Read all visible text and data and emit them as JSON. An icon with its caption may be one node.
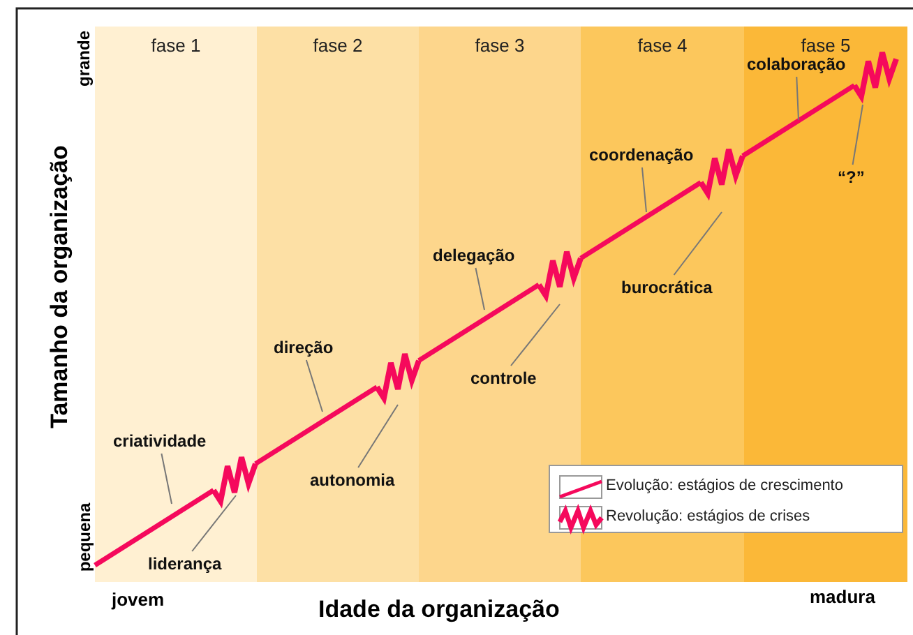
{
  "diagram": {
    "nodes": [
      {
        "text": [
          "fase 1"
        ]
      },
      {
        "text": [
          "fase 2"
        ]
      },
      {
        "text": [
          "fase 3"
        ]
      },
      {
        "text": [
          "fase 4"
        ]
      },
      {
        "text": [
          "fase 5"
        ]
      },
      {
        "text": [
          "criatividade"
        ],
        "in": 0
      },
      {
        "text": [
          "liderança"
        ],
        "in": 0
      },
      {
        "text": [
          "direção"
        ],
        "in": 1
      },
      {
        "text": [
          "autonomia"
        ],
        "in": 1
      },
      {
        "text": [
          "delegação"
        ],
        "in": 2
      },
      {
        "text": [
          "controle"
        ],
        "in": 2
      },
      {
        "text": [
          "coordenação"
        ],
        "in": 3
      },
      {
        "text": [
          "burocrática"
        ],
        "in": 3
      },
      {
        "text": [
          "colaboração"
        ],
        "in": 4
      },
      {
        "text": [
          "“?”"
        ],
        "in": 4
      }
    ],
    "edges": [
      {
        "from": 5,
        "to": null,
        "arrow": "none"
      },
      {
        "from": 6,
        "to": null,
        "arrow": "none"
      },
      {
        "from": 7,
        "to": null,
        "arrow": "none"
      },
      {
        "from": 8,
        "to": null,
        "arrow": "none"
      },
      {
        "from": 9,
        "to": null,
        "arrow": "none"
      },
      {
        "from": 10,
        "to": null,
        "arrow": "none"
      },
      {
        "from": 11,
        "to": null,
        "arrow": "none"
      },
      {
        "from": 12,
        "to": null,
        "arrow": "none"
      },
      {
        "from": 13,
        "to": null,
        "arrow": "none"
      },
      {
        "from": 14,
        "to": null,
        "arrow": "none"
      }
    ],
    "labels": [
      "grande",
      "Tamanho da organização",
      "pequena",
      "jovem",
      "Idade da organização",
      "madura"
    ],
    "legend": [
      {
        "text": "Evolução: estágios de crescimento"
      },
      {
        "text": "Revolução: estágios de crises"
      }
    ]
  }
}
